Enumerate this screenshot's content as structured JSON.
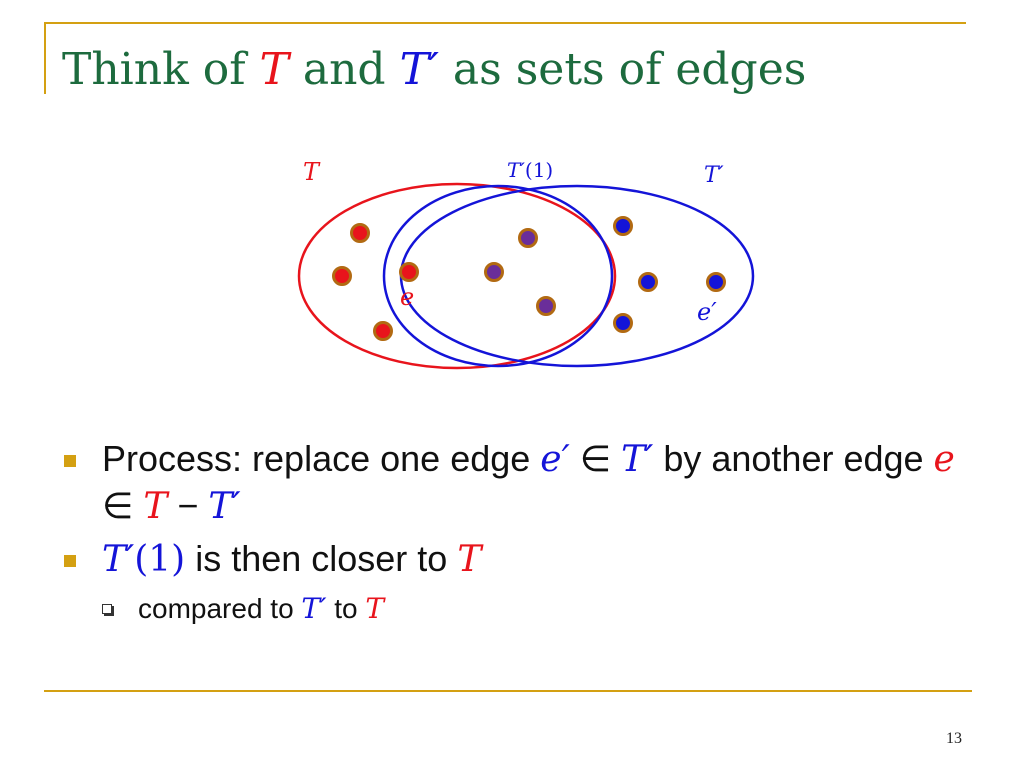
{
  "title": {
    "prefix": "Think of ",
    "sym1": "T",
    "mid": " and ",
    "sym2": "T′",
    "suffix": " as sets of edges"
  },
  "diagram": {
    "label_T": "T",
    "label_T1_sym": "T′",
    "label_T1_arg": "(1)",
    "label_Tprime": "T′",
    "label_e": "e",
    "label_eprime": "e′"
  },
  "bullets": {
    "b1": {
      "text1": "Process: replace one edge ",
      "sym1": "e′",
      "op1": " ∈ ",
      "sym2": "T′",
      "text2": " by another edge ",
      "sym3": "e",
      "op2": " ∈ ",
      "sym4": "T",
      "op3": " − ",
      "sym5": "T′"
    },
    "b2": {
      "sym1": "T′",
      "sym1_arg": "(1)",
      "text": " is then closer to ",
      "sym2": "T"
    },
    "b3": {
      "text1": "compared to ",
      "sym1": "T′",
      "text2": " to ",
      "sym2": "T"
    }
  },
  "page_number": "13",
  "colors": {
    "title_green": "#1d6b3e",
    "accent_gold": "#d4a012",
    "red": "#e8141c",
    "blue": "#1414d8",
    "purple": "#6a2e9a",
    "dot_border": "#b26a12"
  }
}
